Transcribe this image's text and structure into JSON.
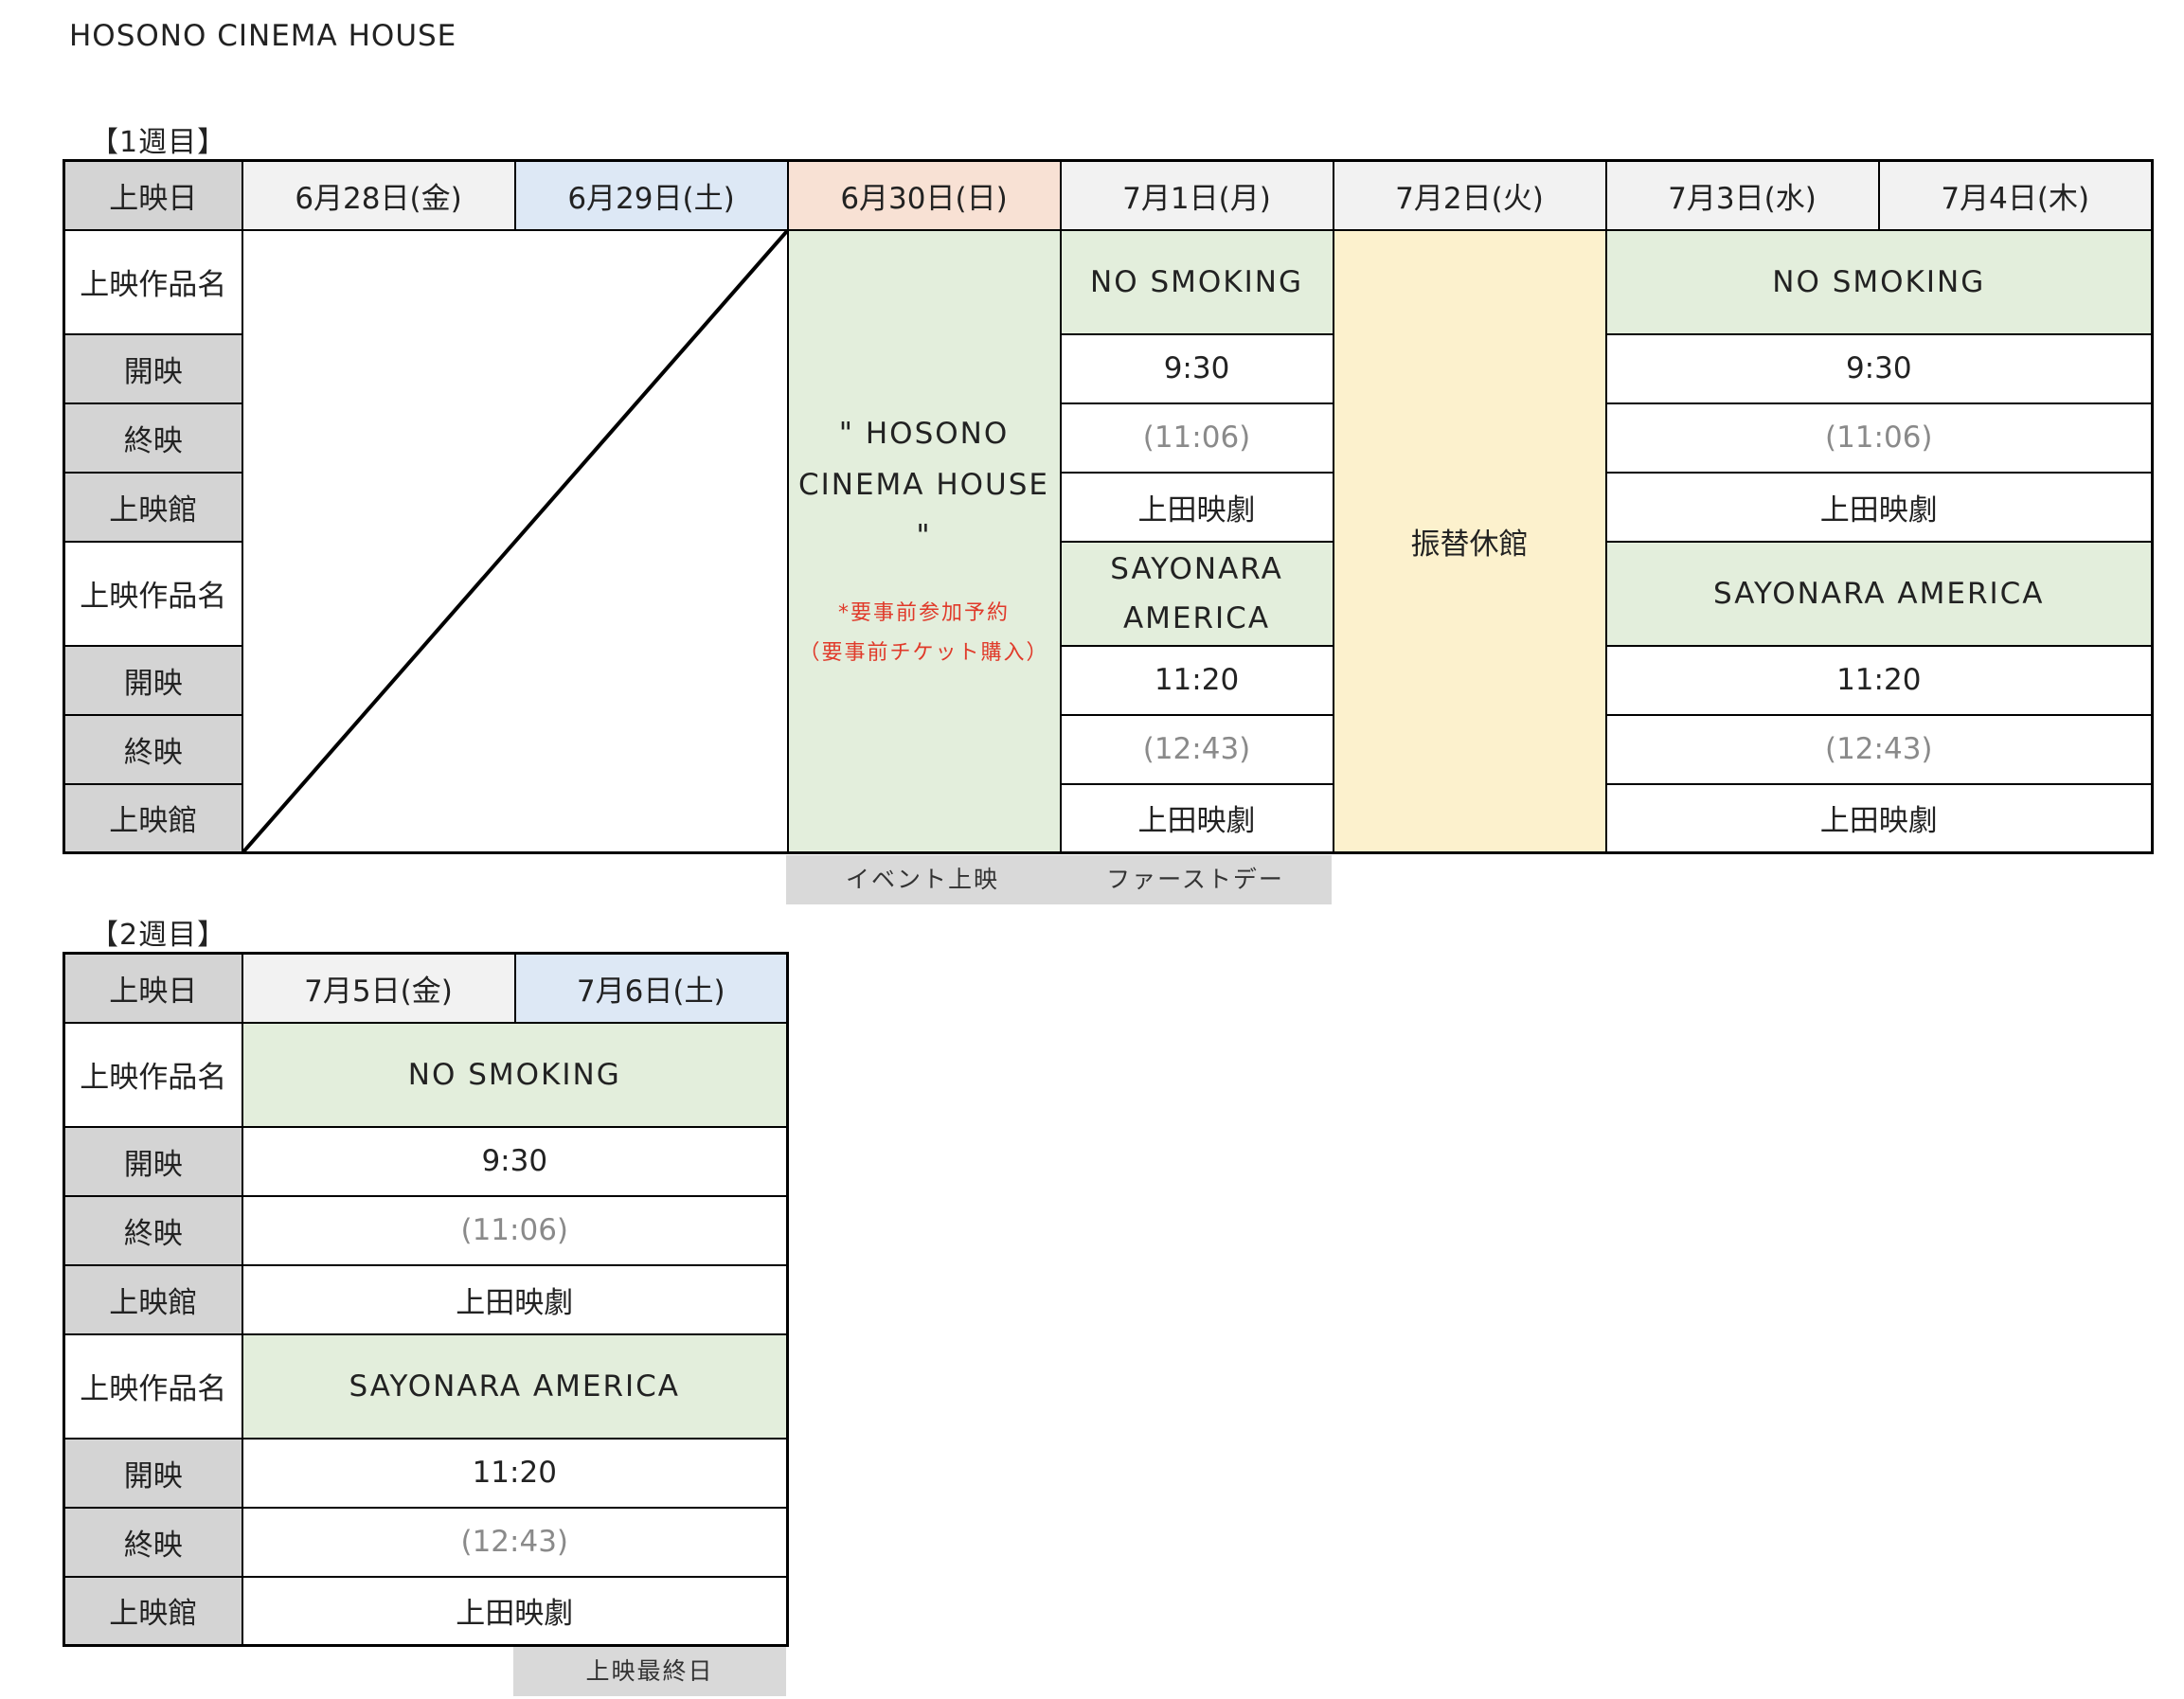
{
  "title": "HOSONO CINEMA HOUSE",
  "row_labels": {
    "date": "上映日",
    "work": "上映作品名",
    "start": "開映",
    "end": "終映",
    "venue": "上映館"
  },
  "colors": {
    "label_bg": "#d4d4d4",
    "green": "#e3eedc",
    "blue": "#dde8f5",
    "pink": "#f8e1d4",
    "yellow": "#fcf1cd",
    "note_red": "#e03a2a"
  },
  "week1": {
    "label": "【1週目】",
    "dates": [
      "6月28日(金)",
      "6月29日(土)",
      "6月30日(日)",
      "7月1日(月)",
      "7月2日(火)",
      "7月3日(水)",
      "7月4日(木)"
    ],
    "event": {
      "title_line1": "\" HOSONO",
      "title_line2": "CINEMA HOUSE \"",
      "note_line1": "*要事前参加予約",
      "note_line2": "（要事前チケット購入）"
    },
    "closed": "振替休館",
    "jul1": {
      "film1": "NO SMOKING",
      "start1": "9:30",
      "end1": "(11:06)",
      "venue1": "上田映劇",
      "film2_line1": "SAYONARA",
      "film2_line2": "AMERICA",
      "start2": "11:20",
      "end2": "(12:43)",
      "venue2": "上田映劇"
    },
    "jul3_4": {
      "film1": "NO SMOKING",
      "start1": "9:30",
      "end1": "(11:06)",
      "venue1": "上田映劇",
      "film2": "SAYONARA AMERICA",
      "start2": "11:20",
      "end2": "(12:43)",
      "venue2": "上田映劇"
    },
    "tags": [
      "イベント上映",
      "ファーストデー"
    ]
  },
  "week2": {
    "label": "【2週目】",
    "dates": [
      "7月5日(金)",
      "7月6日(土)"
    ],
    "film1": "NO SMOKING",
    "start1": "9:30",
    "end1": "(11:06)",
    "venue1": "上田映劇",
    "film2": "SAYONARA AMERICA",
    "start2": "11:20",
    "end2": "(12:43)",
    "venue2": "上田映劇",
    "tag": "上映最終日"
  }
}
